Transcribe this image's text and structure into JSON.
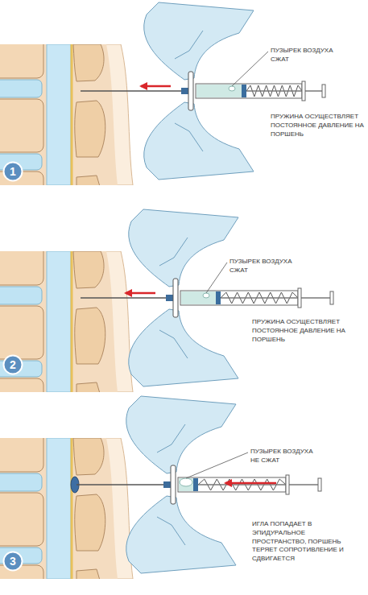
{
  "diagram": {
    "nodes": [
      {
        "text": [
          "1"
        ]
      },
      {
        "text": [
          "2"
        ]
      },
      {
        "text": [
          "3"
        ]
      }
    ],
    "labels": [
      "ПУЗЫРЕК ВОЗДУХА СЖАТ",
      "ПРУЖИНА ОСУЩЕСТВЛЯЕТ ПОСТОЯННОЕ ДАВЛЕНИЕ НА ПОРШЕНЬ",
      "ПУЗЫРЕК ВОЗДУХА СЖАТ",
      "ПРУЖИНА ОСУЩЕСТВЛЯЕТ ПОСТОЯННОЕ ДАВЛЕНИЕ НА ПОРШЕНЬ",
      "ПУЗЫРЕК ВОЗДУХА НЕ СЖАТ",
      "ИГЛА ПОПАДАЕТ В ЭПИДУРАЛЬНОЕ ПРОСТРАНСТВО, ПОРШЕНЬ ТЕРЯЕТ СОПРОТИВЛЕНИЕ И СДВИГАЕТСЯ"
    ]
  }
}
